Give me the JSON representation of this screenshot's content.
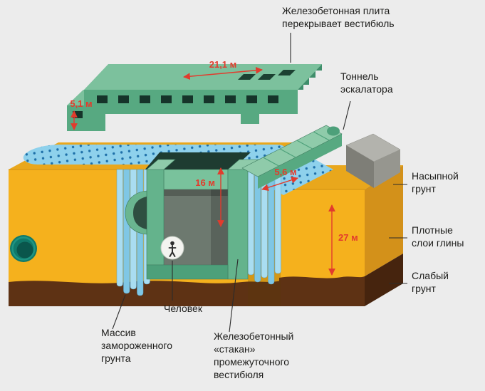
{
  "figure": {
    "description": "Cutaway construction diagram of an underground metro vestibule",
    "labels": {
      "slab": {
        "lines": [
          "Железобетонная плита",
          "перекрывает вестибюль"
        ]
      },
      "escalator_tunnel": {
        "lines": [
          "Тоннель",
          "эскалатора"
        ]
      },
      "fill_soil": {
        "lines": [
          "Насыпной",
          "грунт"
        ]
      },
      "dense_clay": {
        "lines": [
          "Плотные",
          "слои глины"
        ]
      },
      "weak_soil": {
        "lines": [
          "Слабый",
          "грунт"
        ]
      },
      "person": {
        "lines": [
          "Человек"
        ]
      },
      "frozen_soil": {
        "lines": [
          "Массив",
          "замороженного",
          "грунта"
        ]
      },
      "concrete_cup": {
        "lines": [
          "Железобетонный",
          "«стакан»",
          "промежуточного",
          "вестибюля"
        ]
      }
    },
    "dimensions": {
      "slab_length": "21,1 м",
      "slab_thickness": "5,1 м",
      "vestibule_height": "16 м",
      "gap_width": "5,6 м",
      "clay_depth": "27 м"
    },
    "colors": {
      "background": "#ececec",
      "dimension_red": "#e23b2d",
      "leader_black": "#2b2b2b",
      "text_dark": "#1d1d1b",
      "slab_green_top": "#7cc19d",
      "slab_green_front": "#57a981",
      "soil_yellow_top": "#e9a71c",
      "soil_yellow_front": "#f5b11d",
      "soil_brown": "#5e3214",
      "frozen_blue": "#8ed1ec",
      "frozen_dot_blue": "#1d6fa8",
      "structure_green": "#64b38c",
      "fill_soil_gray": "#b3b3ad"
    }
  }
}
